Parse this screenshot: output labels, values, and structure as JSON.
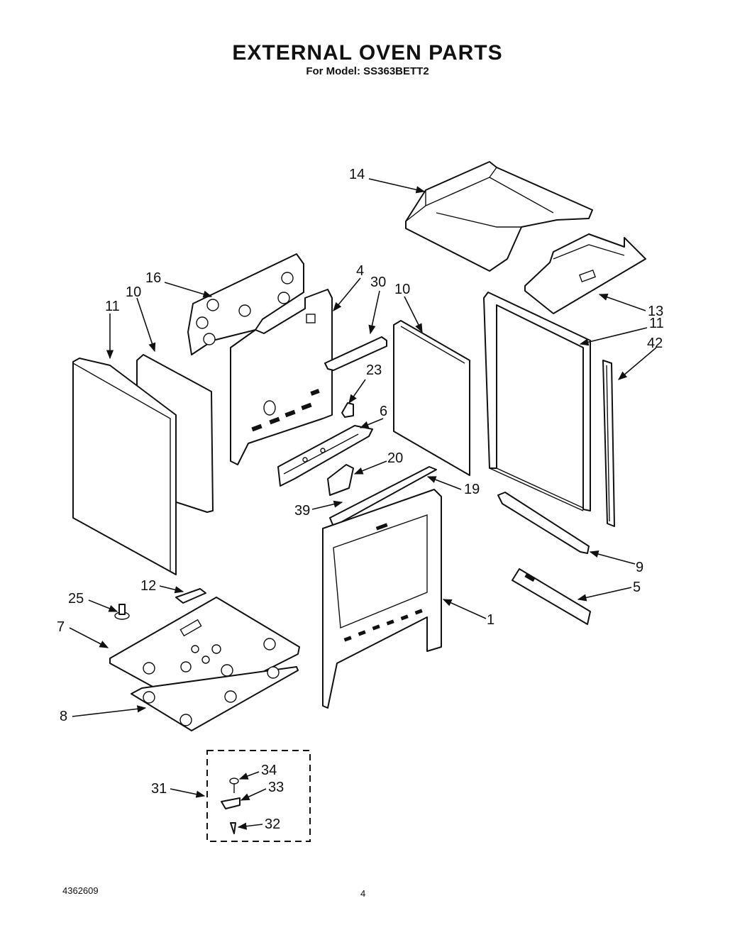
{
  "header": {
    "title": "EXTERNAL OVEN PARTS",
    "subtitle": "For Model: SS363BETT2"
  },
  "footer": {
    "part_number": "4362609",
    "page": "4"
  },
  "callouts": [
    {
      "key": "c14",
      "label": "14"
    },
    {
      "key": "c16",
      "label": "16"
    },
    {
      "key": "c4",
      "label": "4"
    },
    {
      "key": "c30",
      "label": "30"
    },
    {
      "key": "c10a",
      "label": "10"
    },
    {
      "key": "c10b",
      "label": "10"
    },
    {
      "key": "c11a",
      "label": "11"
    },
    {
      "key": "c11b",
      "label": "11"
    },
    {
      "key": "c13",
      "label": "13"
    },
    {
      "key": "c42",
      "label": "42"
    },
    {
      "key": "c23",
      "label": "23"
    },
    {
      "key": "c6",
      "label": "6"
    },
    {
      "key": "c20",
      "label": "20"
    },
    {
      "key": "c19",
      "label": "19"
    },
    {
      "key": "c39",
      "label": "39"
    },
    {
      "key": "c9",
      "label": "9"
    },
    {
      "key": "c5",
      "label": "5"
    },
    {
      "key": "c1",
      "label": "1"
    },
    {
      "key": "c12",
      "label": "12"
    },
    {
      "key": "c25",
      "label": "25"
    },
    {
      "key": "c7",
      "label": "7"
    },
    {
      "key": "c8",
      "label": "8"
    },
    {
      "key": "c31",
      "label": "31"
    },
    {
      "key": "c34",
      "label": "34"
    },
    {
      "key": "c33",
      "label": "33"
    },
    {
      "key": "c32",
      "label": "32"
    }
  ]
}
